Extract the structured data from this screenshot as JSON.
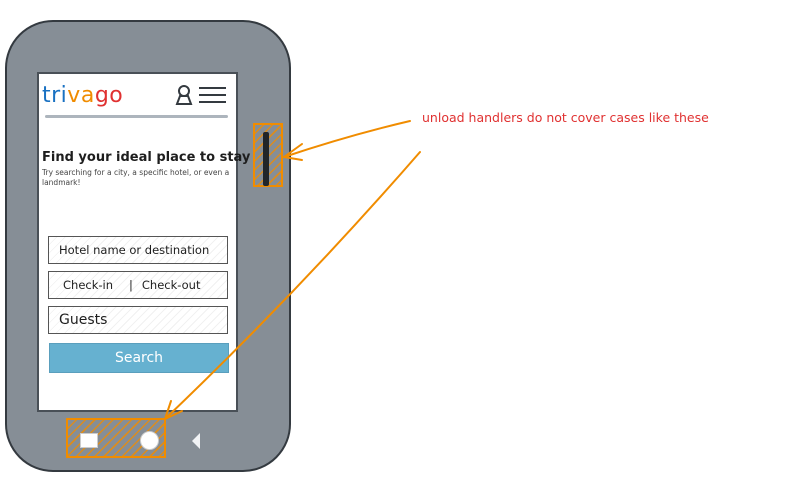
{
  "app": {
    "logo": {
      "part1": "tri",
      "part2": "va",
      "part3": "go"
    }
  },
  "colors": {
    "logo_blue": "#1971c2",
    "logo_orange": "#f08c00",
    "logo_red": "#e03131",
    "annotation": "#e03131",
    "highlight": "#f08c00",
    "search_button": "#66b1d0"
  },
  "main": {
    "heading": "Find your ideal place to stay",
    "subheading": "Try searching for a city, a specific hotel, or even a landmark!",
    "destination_placeholder": "Hotel name or destination",
    "checkin": "Check-in",
    "separator": "|",
    "checkout": "Check-out",
    "guests": "Guests",
    "search_label": "Search"
  },
  "annotation": {
    "text": "unload handlers do not cover cases like these"
  }
}
